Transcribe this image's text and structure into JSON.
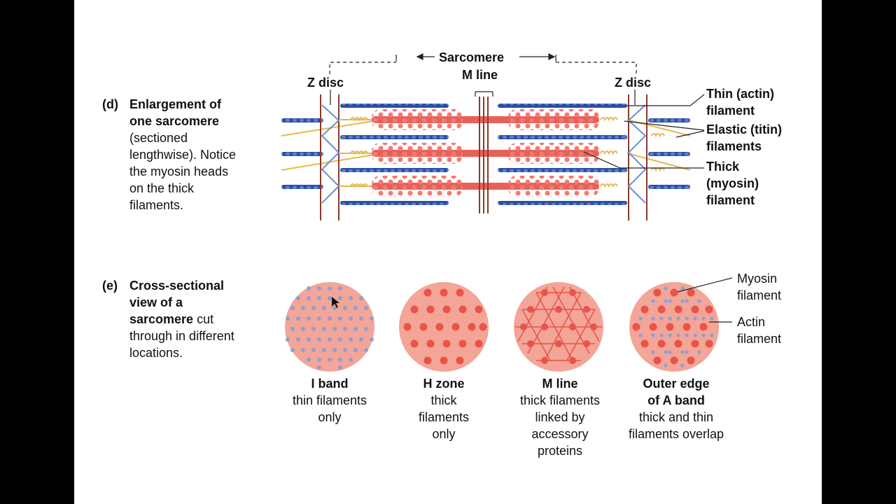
{
  "section_d": {
    "tag": "(d)",
    "caption_bold_1": "Enlargement of",
    "caption_bold_2": "one sarcomere",
    "caption_rest": [
      "(sectioned",
      "lengthwise). Notice",
      "the myosin heads",
      "on the thick",
      "filaments."
    ]
  },
  "sarcomere_labels": {
    "sarcomere": "Sarcomere",
    "m_line": "M line",
    "z_disc_left": "Z disc",
    "z_disc_right": "Z disc",
    "thin_filament": [
      "Thin (actin)",
      "filament"
    ],
    "elastic_filaments": [
      "Elastic (titin)",
      "filaments"
    ],
    "thick_filament": [
      "Thick",
      "(myosin)",
      "filament"
    ]
  },
  "section_e": {
    "tag": "(e)",
    "caption_bold": [
      "Cross-sectional",
      "view of a",
      "sarcomere"
    ],
    "caption_tail_1": " cut",
    "caption_rest": [
      "through in different",
      "locations."
    ]
  },
  "cross_sections": [
    {
      "title": [
        "I band"
      ],
      "desc": [
        "thin filaments",
        "only"
      ]
    },
    {
      "title": [
        "H zone"
      ],
      "desc": [
        "thick",
        "filaments",
        "only"
      ]
    },
    {
      "title": [
        "M line"
      ],
      "desc": [
        "thick filaments",
        "linked by",
        "accessory",
        "proteins"
      ]
    },
    {
      "title": [
        "Outer edge",
        "of A band"
      ],
      "desc": [
        "thick and thin",
        "filaments overlap"
      ]
    }
  ],
  "cross_labels": {
    "myosin": [
      "Myosin",
      "filament"
    ],
    "actin": [
      "Actin",
      "filament"
    ]
  },
  "colors": {
    "actin": "#2b4f9e",
    "titin": "#e6b84a",
    "myosin": "#e8605a",
    "z_disc": "#8a3a2a",
    "circle_fill": "#f3a597",
    "actin_dot": "#8c9fd6",
    "myosin_dot": "#e8534a"
  }
}
